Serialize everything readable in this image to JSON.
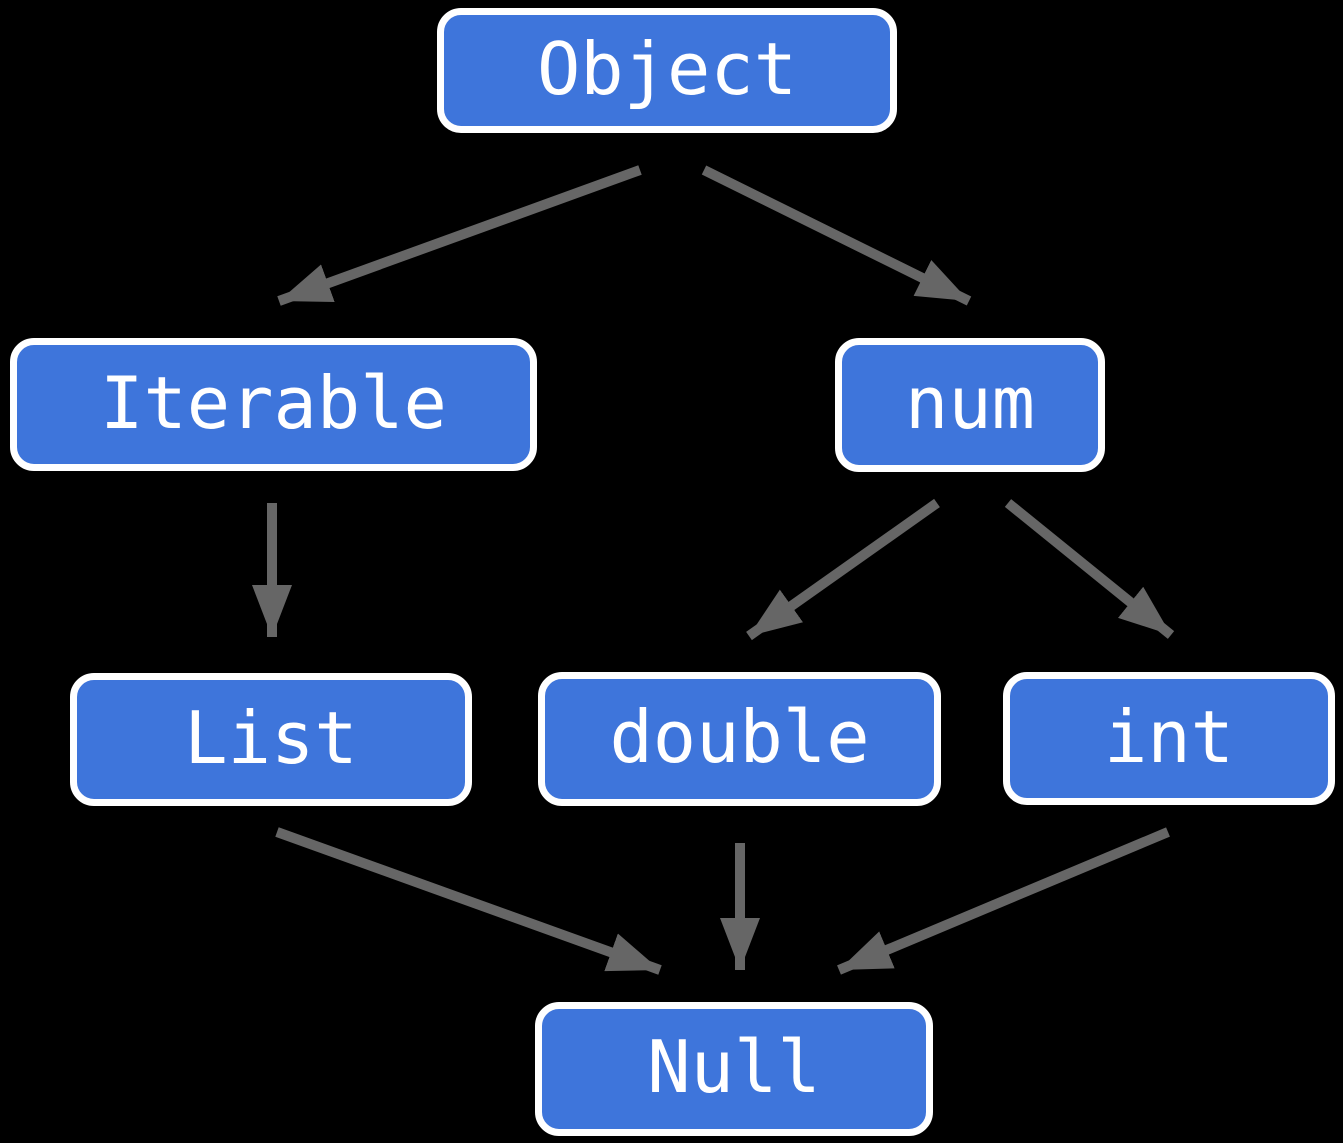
{
  "diagram": {
    "type": "type-hierarchy",
    "colors": {
      "background": "#000000",
      "node_fill": "#3E75DB",
      "node_border": "#FFFFFF",
      "node_text": "#FFFFFF",
      "arrow": "#666666"
    },
    "nodes": {
      "object": {
        "label": "Object"
      },
      "iterable": {
        "label": "Iterable"
      },
      "num": {
        "label": "num"
      },
      "list": {
        "label": "List"
      },
      "double": {
        "label": "double"
      },
      "int": {
        "label": "int"
      },
      "null": {
        "label": "Null"
      }
    },
    "edges": [
      {
        "from": "Object",
        "to": "Iterable"
      },
      {
        "from": "Object",
        "to": "num"
      },
      {
        "from": "Iterable",
        "to": "List"
      },
      {
        "from": "num",
        "to": "double"
      },
      {
        "from": "num",
        "to": "int"
      },
      {
        "from": "List",
        "to": "Null"
      },
      {
        "from": "double",
        "to": "Null"
      },
      {
        "from": "int",
        "to": "Null"
      }
    ]
  }
}
